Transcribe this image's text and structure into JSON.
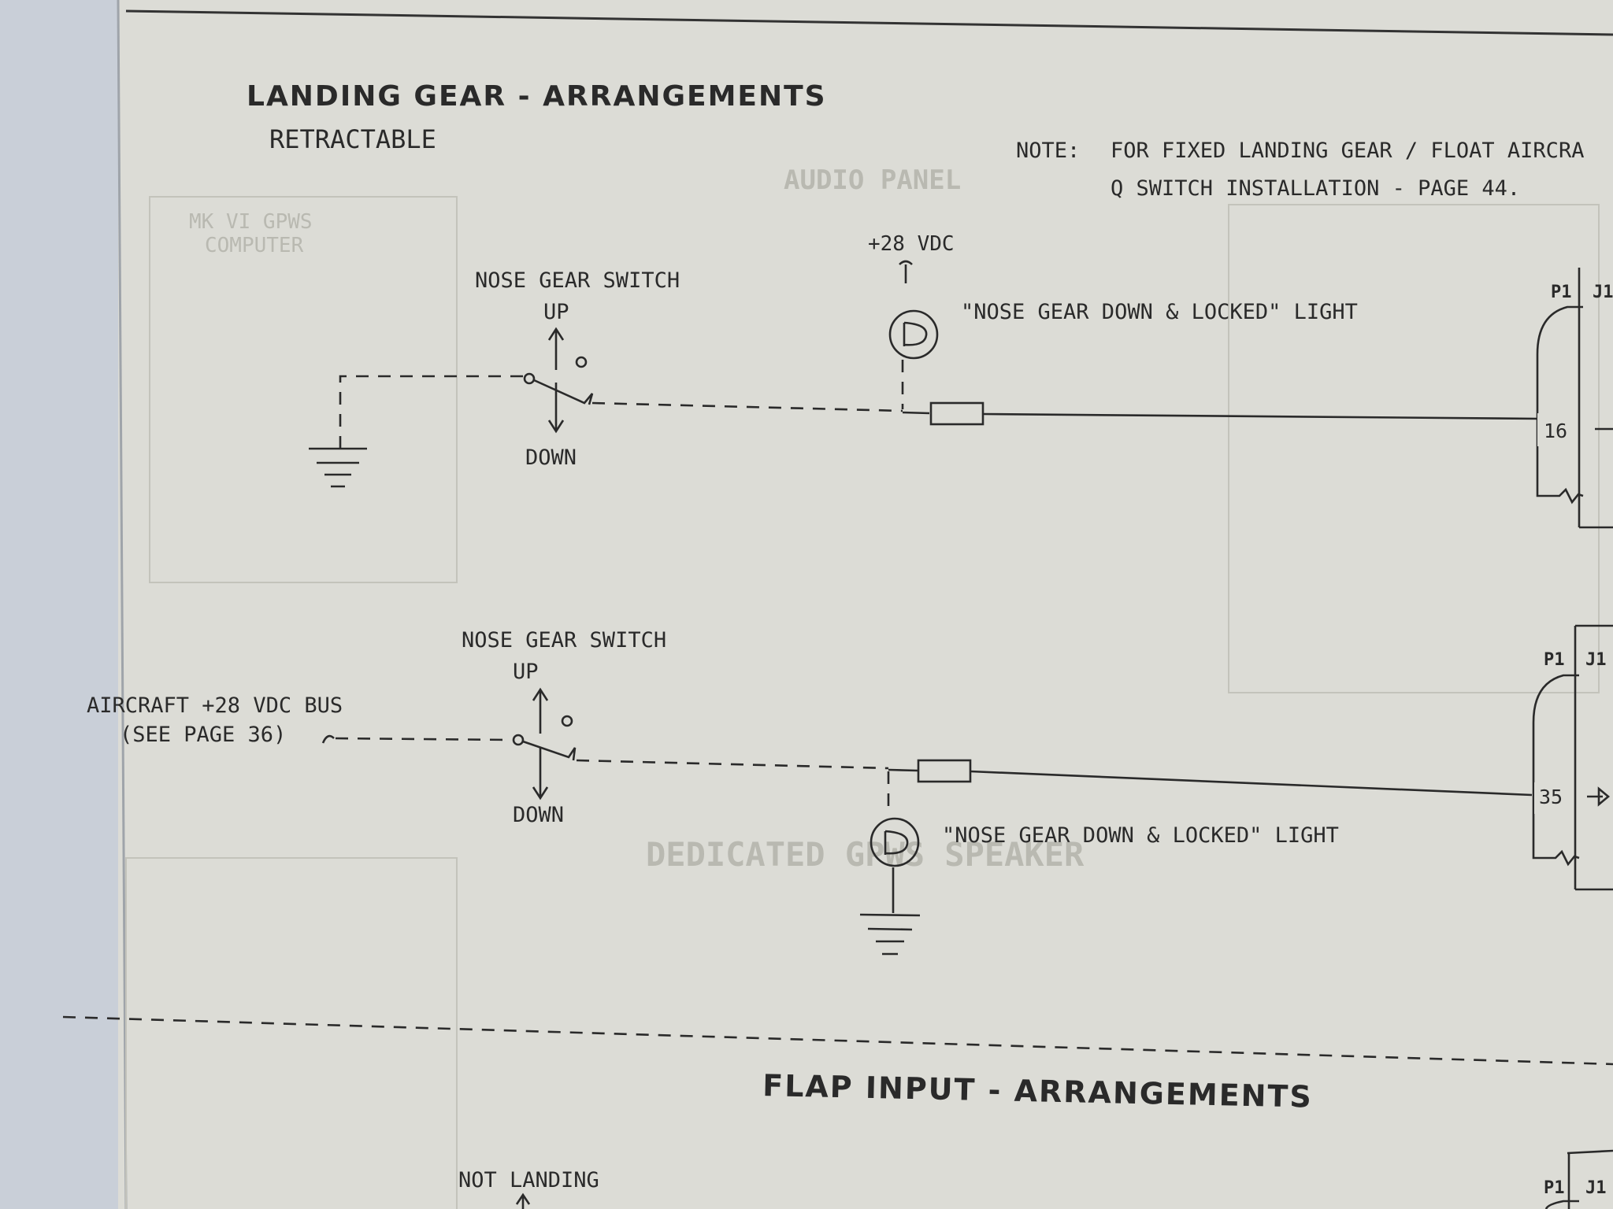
{
  "page": {
    "main_title": "LANDING GEAR - ARRANGEMENTS",
    "subtitle": "RETRACTABLE",
    "note_label": "NOTE:",
    "note_line1": "FOR FIXED LANDING GEAR / FLOAT AIRCRA",
    "note_line2": "Q SWITCH INSTALLATION - PAGE 44.",
    "section2_title": "FLAP INPUT - ARRANGEMENTS",
    "not_landing": "NOT LANDING"
  },
  "circuit1": {
    "supply": "+28 VDC",
    "switch_label": "NOSE GEAR SWITCH",
    "up": "UP",
    "down": "DOWN",
    "light_label": "\"NOSE GEAR DOWN & LOCKED\" LIGHT",
    "connector_p": "P1",
    "connector_j": "J1",
    "pin": "16"
  },
  "circuit2": {
    "switch_label": "NOSE GEAR SWITCH",
    "up": "UP",
    "down": "DOWN",
    "bus_label": "AIRCRAFT +28 VDC BUS",
    "bus_ref": "(SEE PAGE 36)",
    "light_label": "\"NOSE GEAR DOWN & LOCKED\" LIGHT",
    "connector_p": "P1",
    "connector_j": "J1",
    "pin": "35"
  },
  "circuit3": {
    "connector_p": "P1",
    "connector_j": "J1"
  },
  "bleed_through": {
    "computer1": "MK VI GPWS",
    "computer1b": "COMPUTER",
    "audio_panel": "AUDIO PANEL",
    "dedicated": "DEDICATED GPWS SPEAKER"
  },
  "colors": {
    "paper": "#dcdcd6",
    "ink": "#2a2a2a",
    "ghost": "#b9b9b1"
  }
}
